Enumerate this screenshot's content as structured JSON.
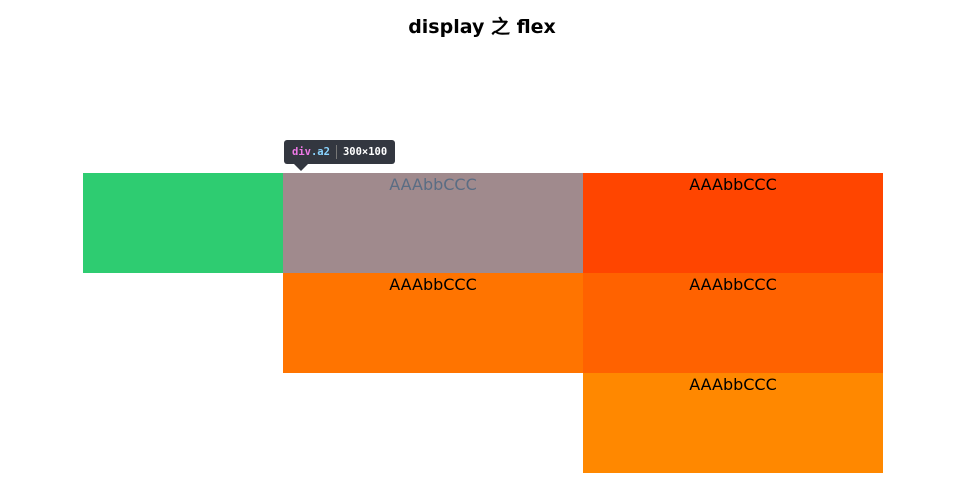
{
  "page": {
    "title": "display 之 flex"
  },
  "inspector_tooltip": {
    "tag": "div",
    "class": ".a2",
    "dimensions": "300×100"
  },
  "boxes": [
    {
      "label": "",
      "color": "#2ecc71"
    },
    {
      "label": "AAAbbCCC",
      "color": "#a08a8d"
    },
    {
      "label": "AAAbbCCC",
      "color": "#ff4500"
    },
    {
      "label": "AAAbbCCC",
      "color": "#ff7400"
    },
    {
      "label": "AAAbbCCC",
      "color": "#ff6200"
    },
    {
      "label": "AAAbbCCC",
      "color": "#ff8800"
    }
  ]
}
